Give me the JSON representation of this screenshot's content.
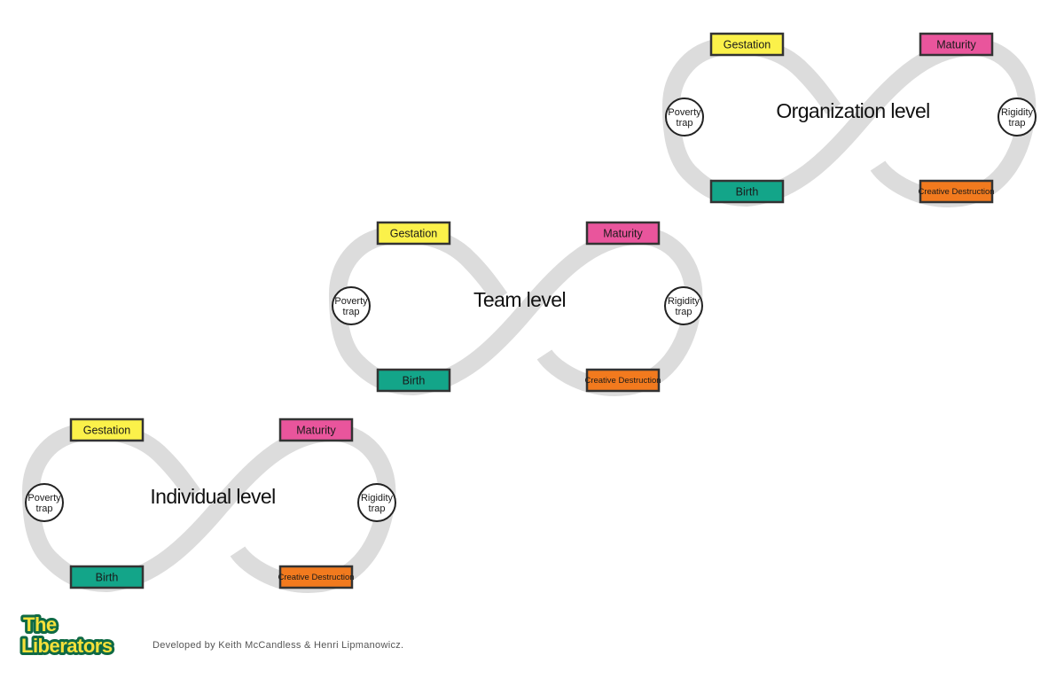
{
  "colors": {
    "track": "#dcdcdc",
    "gestation": "#fbf14a",
    "maturity": "#e9559c",
    "birth": "#13a589",
    "creative_destruction": "#f27a1e",
    "logo_fill": "#f5e03a",
    "logo_outline": "#0f6a44"
  },
  "levels": [
    {
      "title": "Organization level",
      "stages": {
        "gestation": "Gestation",
        "maturity": "Maturity",
        "birth": "Birth",
        "creative_destruction": "Creative Destruction"
      },
      "traps": {
        "poverty": [
          "Poverty",
          "trap"
        ],
        "rigidity": [
          "Rigidity",
          "trap"
        ]
      }
    },
    {
      "title": "Team level",
      "stages": {
        "gestation": "Gestation",
        "maturity": "Maturity",
        "birth": "Birth",
        "creative_destruction": "Creative Destruction"
      },
      "traps": {
        "poverty": [
          "Poverty",
          "trap"
        ],
        "rigidity": [
          "Rigidity",
          "trap"
        ]
      }
    },
    {
      "title": "Individual level",
      "stages": {
        "gestation": "Gestation",
        "maturity": "Maturity",
        "birth": "Birth",
        "creative_destruction": "Creative Destruction"
      },
      "traps": {
        "poverty": [
          "Poverty",
          "trap"
        ],
        "rigidity": [
          "Rigidity",
          "trap"
        ]
      }
    }
  ],
  "footer": {
    "logo_line1": "The",
    "logo_line2": "Liberators",
    "credits": "Developed by Keith McCandless & Henri Lipmanowicz."
  }
}
